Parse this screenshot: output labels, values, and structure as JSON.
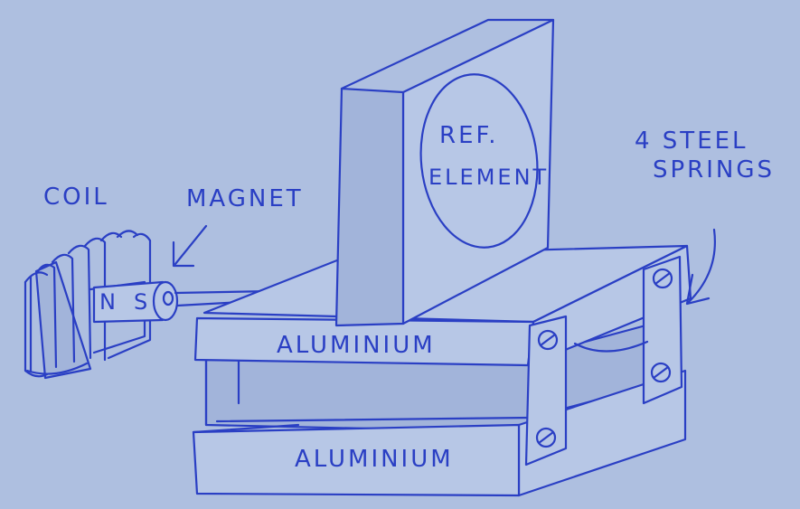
{
  "colors": {
    "paper": "#aebfe0",
    "ink": "#2a3fc4",
    "face_light": "#b7c7e6",
    "face_dark": "#a2b4da"
  },
  "labels": {
    "coil": "COIL",
    "magnet": "MAGNET",
    "north_pole": "N",
    "south_pole": "S",
    "ref_line1": "REF.",
    "ref_line2": "ELEMENT",
    "springs_line1": "4 STEEL",
    "springs_line2": "SPRINGS",
    "plate_top": "ALUMINIUM",
    "plate_bottom": "ALUMINIUM"
  }
}
